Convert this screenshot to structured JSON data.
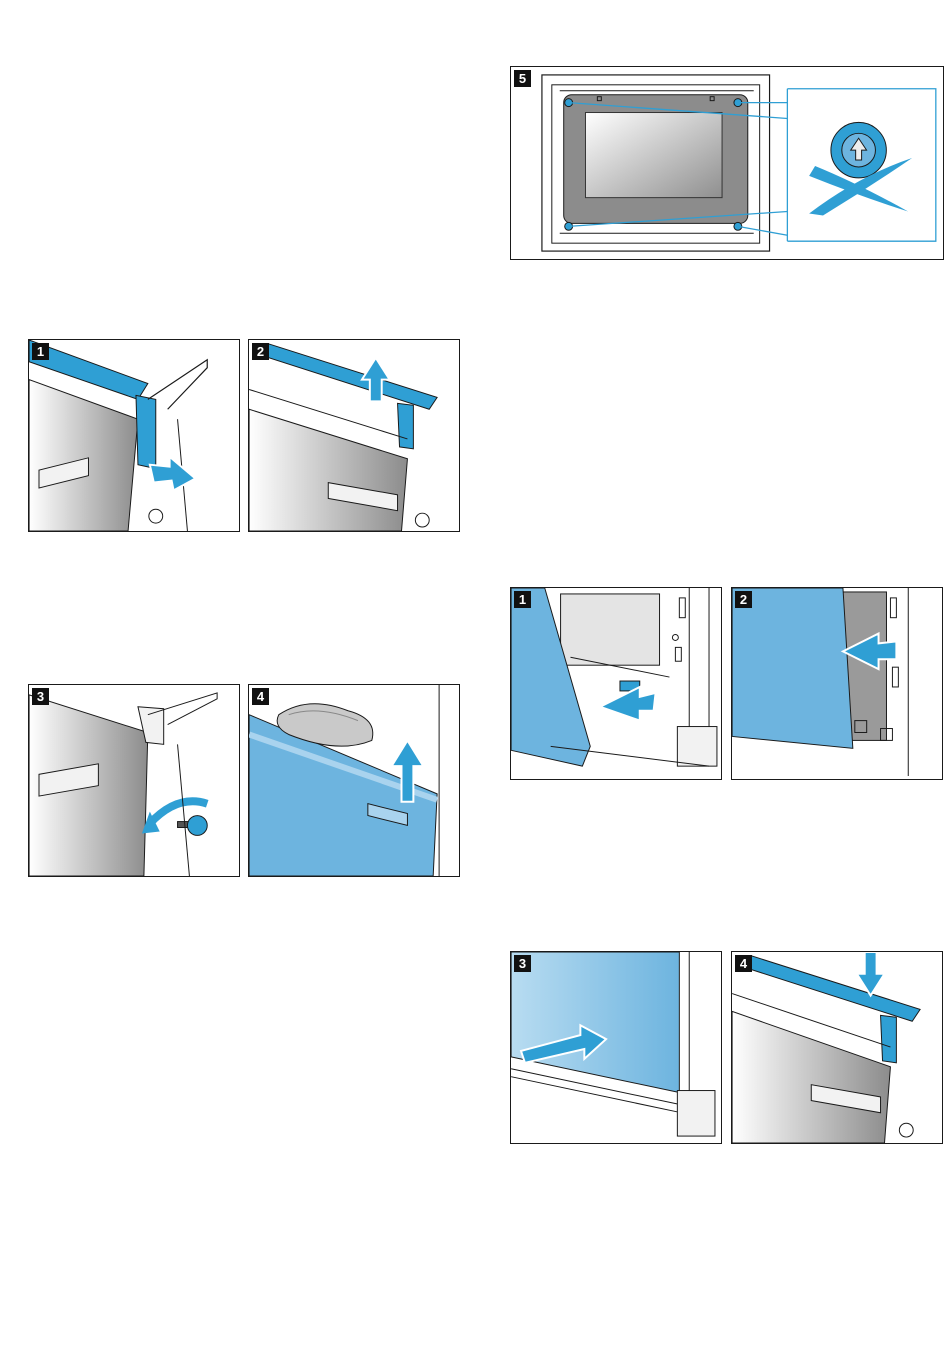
{
  "figures": {
    "fig5": {
      "label": "5"
    },
    "fig_top_1": {
      "label": "1"
    },
    "fig_top_2": {
      "label": "2"
    },
    "fig_top_3": {
      "label": "3"
    },
    "fig_top_4": {
      "label": "4"
    },
    "fig_right_1": {
      "label": "1"
    },
    "fig_right_2": {
      "label": "2"
    },
    "fig_right_3": {
      "label": "3"
    },
    "fig_right_4": {
      "label": "4"
    }
  },
  "colors": {
    "accent_blue": "#2f9fd4",
    "glass_blue": "#6db4df",
    "line": "#1a1a1a",
    "steel_light": "#e9e9e9",
    "steel_dark": "#9a9a9a"
  }
}
